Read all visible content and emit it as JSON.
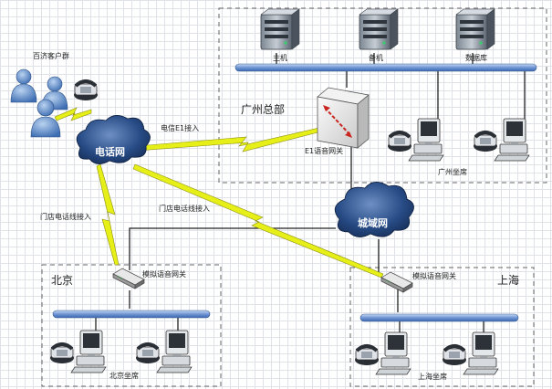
{
  "regions": {
    "guangzhou": "广州总部",
    "beijing": "北京",
    "shanghai": "上海"
  },
  "servers": [
    "主机",
    "备机",
    "数据库"
  ],
  "clients": "百济客户群",
  "clouds": {
    "phone": "电话网",
    "metro": "城域网"
  },
  "links": {
    "telecom_e1": "电信E1接入",
    "store_line_left": "门店电话线接入",
    "store_line_mid": "门店电话线接入"
  },
  "gateways": {
    "e1": "E1语音网关",
    "analog_bj": "模拟语音网关",
    "analog_sh": "模拟语音网关"
  },
  "seats": {
    "guangzhou": "广州坐席",
    "beijing": "北京坐席",
    "shanghai": "上海坐席"
  },
  "colors": {
    "bus": "#5b86c8",
    "lightning": "#e6ef18",
    "cloud": "#1f3f73",
    "dashed": "#666666"
  }
}
